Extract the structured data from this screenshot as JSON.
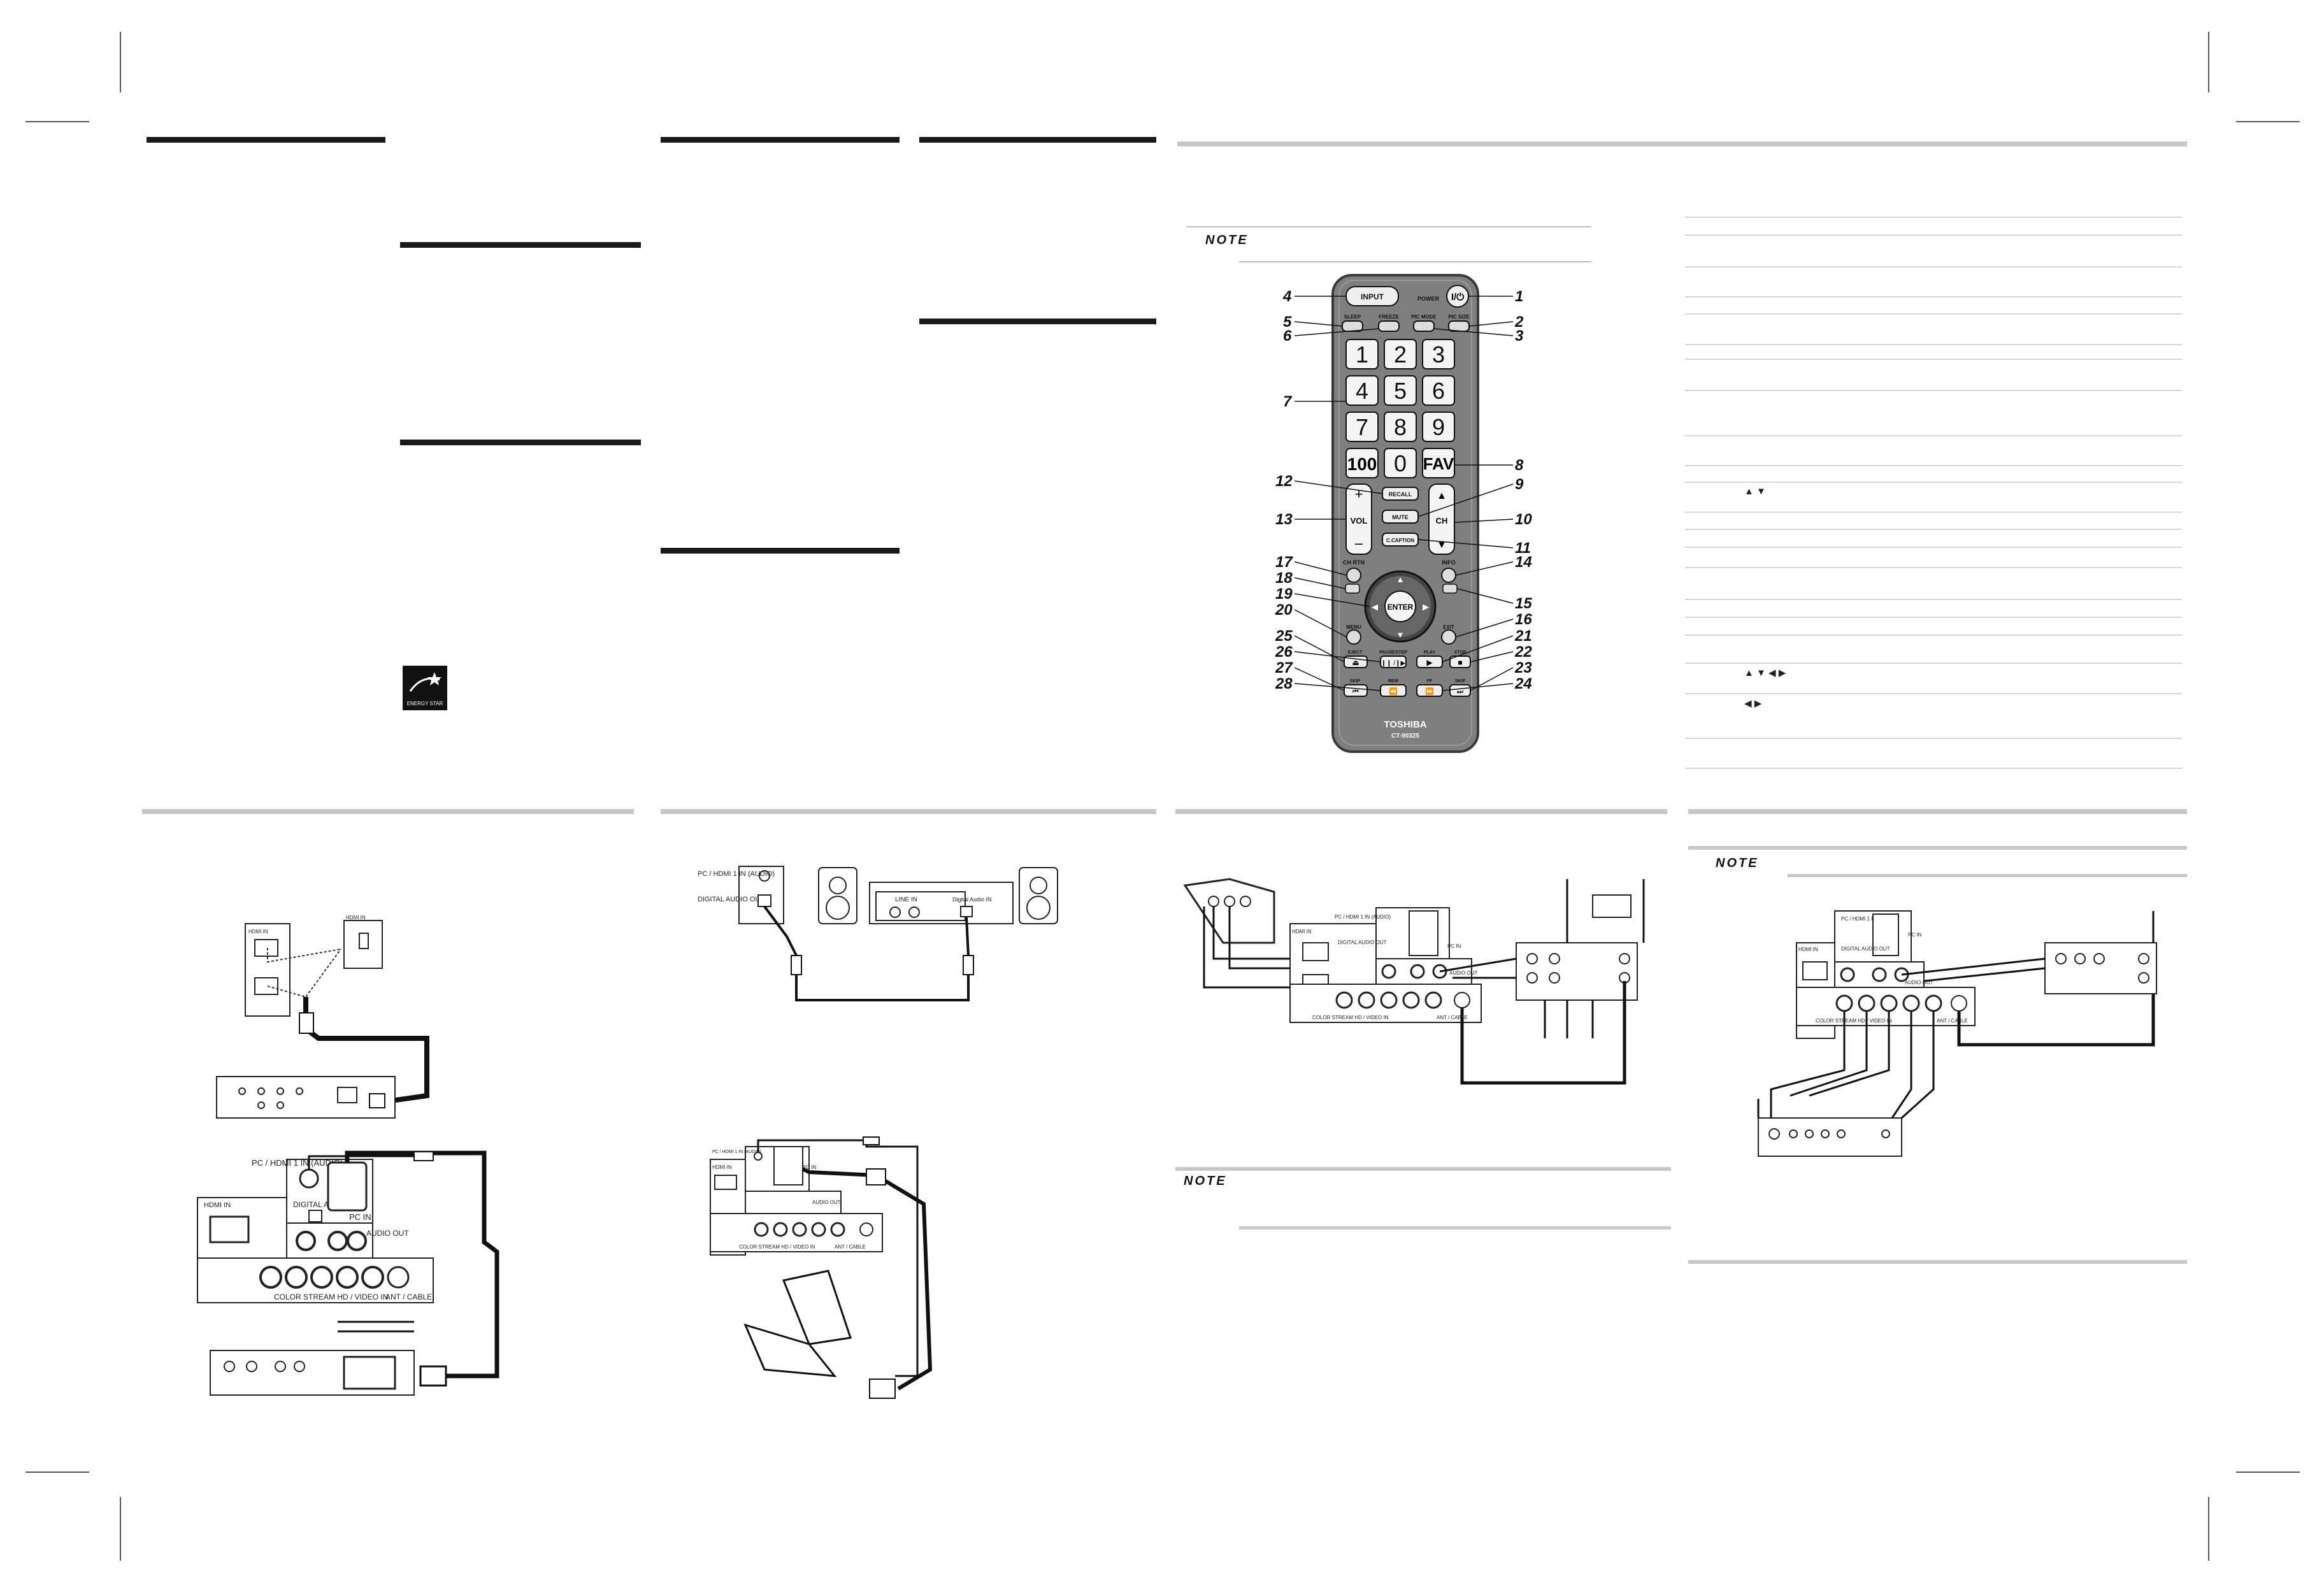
{
  "notes": {
    "note_label": "NOTE"
  },
  "remote": {
    "brand": "TOSHIBA",
    "model": "CT-90325",
    "buttons": {
      "input": "INPUT",
      "power": "POWER",
      "sleep": "SLEEP",
      "freeze": "FREEZE",
      "pic_mode": "PIC MODE",
      "pic_size": "PIC SIZE",
      "digits": [
        "1",
        "2",
        "3",
        "4",
        "5",
        "6",
        "7",
        "8",
        "9"
      ],
      "hundred": "100",
      "zero": "0",
      "fav": "FAV",
      "recall": "RECALL",
      "mute": "MUTE",
      "ccaption": "C.CAPTION",
      "vol": "VOL",
      "plus": "+",
      "minus": "–",
      "ch": "CH",
      "ch_rtn": "CH RTN",
      "info": "INFO",
      "enter": "ENTER",
      "menu": "MENU",
      "exit": "EXIT",
      "eject": "EJECT",
      "pause_step": "PAUSE/STEP",
      "play": "PLAY",
      "stop": "STOP",
      "skip": "SKIP",
      "rew": "REW",
      "ff": "FF",
      "skip2": "SKIP"
    },
    "callouts": [
      "1",
      "2",
      "3",
      "4",
      "5",
      "6",
      "7",
      "8",
      "9",
      "10",
      "11",
      "12",
      "13",
      "14",
      "15",
      "16",
      "17",
      "18",
      "19",
      "20",
      "21",
      "22",
      "23",
      "24",
      "25",
      "26",
      "27",
      "28"
    ]
  },
  "energy_star": "ENERGY STAR",
  "panel": {
    "hdmi_in": "HDMI IN",
    "pc_hdmi_audio": "PC / HDMI 1 IN (AUDIO)",
    "digital_audio_out": "DIGITAL AUDIO OUT",
    "pc_in": "PC IN",
    "audio_out": "AUDIO OUT",
    "colorstream": "COLOR STREAM HD / VIDEO IN",
    "ant_cable": "ANT / CABLE",
    "line_in": "LINE IN",
    "digital_audio_in": "Digital Audio IN",
    "hdmi_label": "HDMI IN"
  },
  "button_legend": {
    "up_down": "▲ ▼",
    "arrows4": "▲ ▼ ◀ ▶",
    "left_right": "◀ ▶"
  }
}
